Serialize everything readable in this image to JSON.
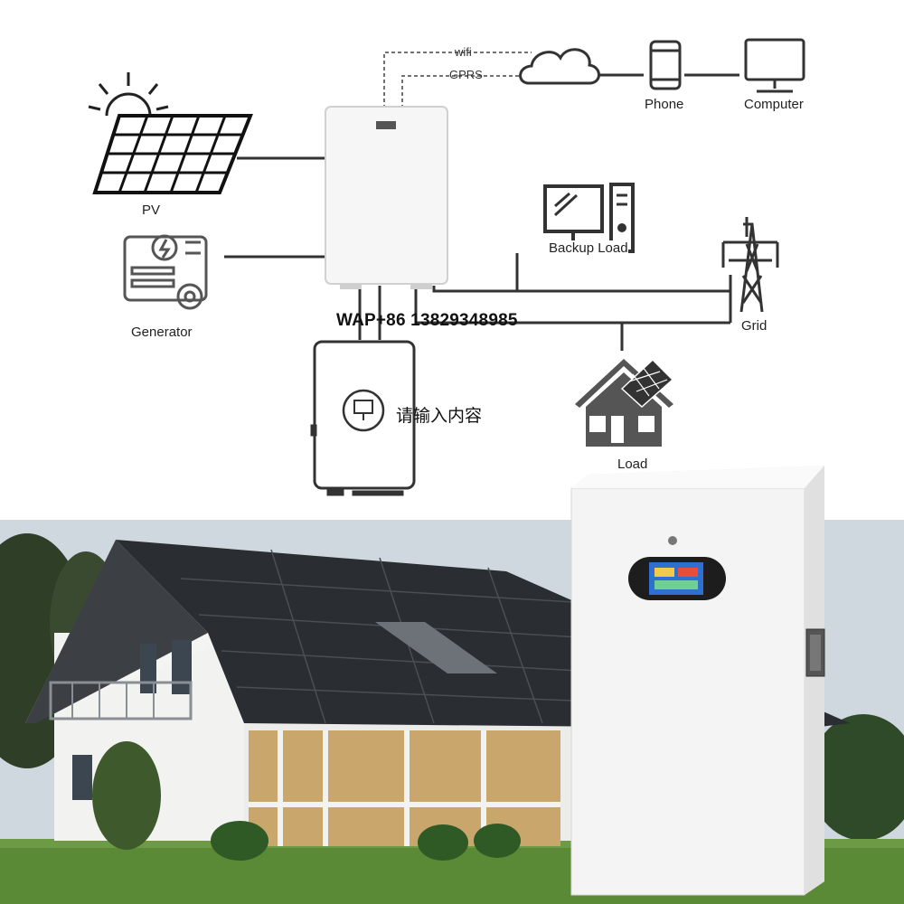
{
  "diagram": {
    "labels": {
      "wifi": "wifi",
      "gprs": "GPRS",
      "phone": "Phone",
      "computer": "Computer",
      "pv": "PV",
      "generator": "Generator",
      "backup_load": "Backup Load",
      "grid": "Grid",
      "load": "Load"
    },
    "overlay_text": {
      "wap": "WAP+86 13829348985",
      "placeholder_cn": "请输入内容"
    }
  },
  "colors": {
    "line": "#333333",
    "sky": "#cfd8df",
    "grass": "#5a8a35",
    "roof": "#2a2d31",
    "cabinet": "#f4f4f4",
    "screen": "#2f6fd0"
  }
}
